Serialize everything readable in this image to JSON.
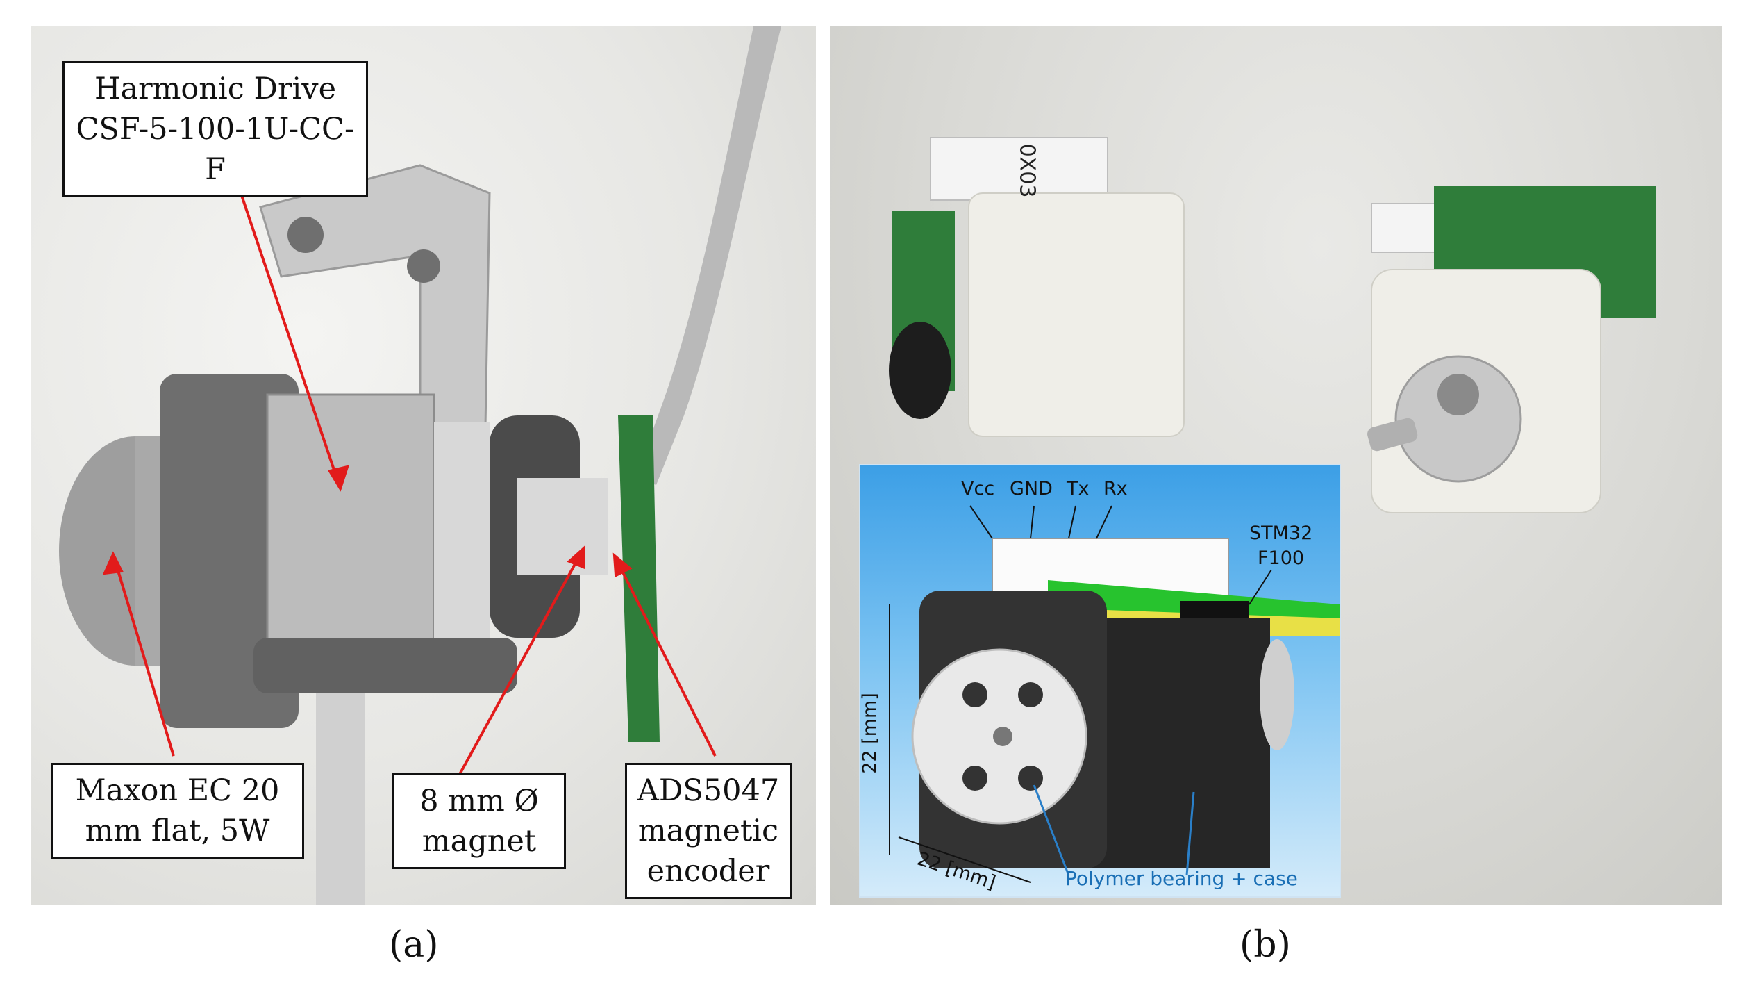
{
  "panel_a": {
    "caption": "(a)",
    "labels": {
      "harmonic_drive": "Harmonic Drive\nCSF-5-100-1U-CC-F",
      "maxon_motor": "Maxon EC 20\nmm flat, 5W",
      "magnet": "8 mm Ø\nmagnet",
      "encoder": "ADS5047\nmagnetic\nencoder"
    }
  },
  "panel_b": {
    "caption": "(b)",
    "module_marking": "0X03",
    "inset": {
      "connector_pins": [
        "Vcc",
        "GND",
        "Tx",
        "Rx"
      ],
      "mcu_line1": "STM32",
      "mcu_line2": "F100",
      "dim_vertical": "22 [mm]",
      "dim_horizontal": "22 [mm]",
      "bearing_note": "Polymer bearing + case"
    }
  },
  "colors": {
    "annotation_arrow": "#e21b1b",
    "inset_arrow": "#2a7fc8",
    "pcb_green": "#2f7d3a"
  }
}
